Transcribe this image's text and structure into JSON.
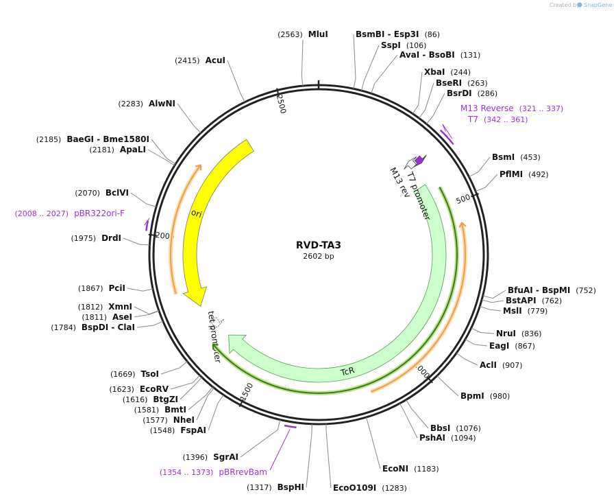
{
  "credit": {
    "prefix": "Created by",
    "brand": "SnapGene"
  },
  "plasmid": {
    "name": "RVD-TA3",
    "length_label": "2602 bp",
    "length": 2602
  },
  "tick_labels": [
    {
      "text": "500",
      "pos": 500
    },
    {
      "text": "1000",
      "pos": 1000
    },
    {
      "text": "1500",
      "pos": 1500
    },
    {
      "text": "2000",
      "pos": 2000
    },
    {
      "text": "2500",
      "pos": 2500
    }
  ],
  "sites": [
    {
      "id": "mlui",
      "name": "MluI",
      "pos": "(2563)",
      "bp": 2563
    },
    {
      "id": "bsmbi",
      "name": "BsmBI  - Esp3I",
      "pos": "(86)",
      "bp": 86
    },
    {
      "id": "sspi",
      "name": "SspI",
      "pos": "(106)",
      "bp": 106
    },
    {
      "id": "avai",
      "name": "AvaI  - BsoBI",
      "pos": "(131)",
      "bp": 131
    },
    {
      "id": "xbai",
      "name": "XbaI",
      "pos": "(244)",
      "bp": 244
    },
    {
      "id": "bseri",
      "name": "BseRI",
      "pos": "(263)",
      "bp": 263
    },
    {
      "id": "bsrdi",
      "name": "BsrDI",
      "pos": "(286)",
      "bp": 286
    },
    {
      "id": "bsmi",
      "name": "BsmI",
      "pos": "(453)",
      "bp": 453
    },
    {
      "id": "pflmi",
      "name": "PflMI",
      "pos": "(492)",
      "bp": 492
    },
    {
      "id": "bfuai",
      "name": "BfuAI  - BspMI",
      "pos": "(752)",
      "bp": 752
    },
    {
      "id": "bstapi",
      "name": "BstAPI",
      "pos": "(762)",
      "bp": 762
    },
    {
      "id": "msli",
      "name": "MslI",
      "pos": "(779)",
      "bp": 779
    },
    {
      "id": "nrui",
      "name": "NruI",
      "pos": "(836)",
      "bp": 836
    },
    {
      "id": "eagi",
      "name": "EagI",
      "pos": "(867)",
      "bp": 867
    },
    {
      "id": "acli",
      "name": "AclI",
      "pos": "(907)",
      "bp": 907
    },
    {
      "id": "bpmi",
      "name": "BpmI",
      "pos": "(980)",
      "bp": 980
    },
    {
      "id": "bbsi",
      "name": "BbsI",
      "pos": "(1076)",
      "bp": 1076
    },
    {
      "id": "pshai",
      "name": "PshAI",
      "pos": "(1094)",
      "bp": 1094
    },
    {
      "id": "econi",
      "name": "EcoNI",
      "pos": "(1183)",
      "bp": 1183
    },
    {
      "id": "ecoo109i",
      "name": "EcoO109I",
      "pos": "(1283)",
      "bp": 1283
    },
    {
      "id": "bsphi",
      "name": "BspHI",
      "pos": "(1317)",
      "bp": 1317
    },
    {
      "id": "sgrai",
      "name": "SgrAI",
      "pos": "(1396)",
      "bp": 1396
    },
    {
      "id": "fspai",
      "name": "FspAI",
      "pos": "(1548)",
      "bp": 1548
    },
    {
      "id": "nhei",
      "name": "NheI",
      "pos": "(1577)",
      "bp": 1577
    },
    {
      "id": "bmti",
      "name": "BmtI",
      "pos": "(1581)",
      "bp": 1581
    },
    {
      "id": "btgzi",
      "name": "BtgZI",
      "pos": "(1616)",
      "bp": 1616
    },
    {
      "id": "ecorv",
      "name": "EcoRV",
      "pos": "(1623)",
      "bp": 1623
    },
    {
      "id": "tsoi",
      "name": "TsoI",
      "pos": "(1669)",
      "bp": 1669
    },
    {
      "id": "bspdi",
      "name": "BspDI  - ClaI",
      "pos": "(1784)",
      "bp": 1784
    },
    {
      "id": "asei",
      "name": "AseI",
      "pos": "(1811)",
      "bp": 1811
    },
    {
      "id": "xmni",
      "name": "XmnI",
      "pos": "(1812)",
      "bp": 1812
    },
    {
      "id": "pcii",
      "name": "PciI",
      "pos": "(1867)",
      "bp": 1867
    },
    {
      "id": "drdi",
      "name": "DrdI",
      "pos": "(1975)",
      "bp": 1975
    },
    {
      "id": "bclvi",
      "name": "BclVI",
      "pos": "(2070)",
      "bp": 2070
    },
    {
      "id": "apali",
      "name": "ApaLI",
      "pos": "(2181)",
      "bp": 2181
    },
    {
      "id": "baegi",
      "name": "BaeGI  - Bme1580I",
      "pos": "(2185)",
      "bp": 2185
    },
    {
      "id": "alwni",
      "name": "AlwNI",
      "pos": "(2283)",
      "bp": 2283
    },
    {
      "id": "acui",
      "name": "AcuI",
      "pos": "(2415)",
      "bp": 2415
    }
  ],
  "primers": [
    {
      "id": "m13rev",
      "name": "M13 Reverse",
      "range": "(321 .. 337)",
      "start": 321,
      "end": 337
    },
    {
      "id": "t7",
      "name": "T7",
      "range": "(342 .. 361)",
      "start": 342,
      "end": 361
    },
    {
      "id": "pbr322ori",
      "name": "pBR322ori-F",
      "range": "(2008 .. 2027)",
      "start": 2008,
      "end": 2027
    },
    {
      "id": "pbrrevbam",
      "name": "pBRrevBam",
      "range": "(1354 .. 1373)",
      "start": 1354,
      "end": 1373
    }
  ],
  "features": [
    {
      "id": "ori",
      "label": "ori",
      "start": 1781,
      "end": 2370,
      "direction": "reverse",
      "color": "#ffff00"
    },
    {
      "id": "tcr",
      "label": "TcR",
      "start": 410,
      "end": 1650,
      "direction": "forward",
      "color": "#ccffcc"
    },
    {
      "id": "t7-promoter",
      "label": "T7 promoter",
      "start": 342,
      "end": 361,
      "direction": "forward",
      "color": "#9b30d9"
    },
    {
      "id": "m13-rev",
      "label": "M13 rev",
      "start": 321,
      "end": 337,
      "direction": "reverse",
      "color": "#ffffff"
    },
    {
      "id": "tet-promoter",
      "label": "tet promoter",
      "start": 1690,
      "end": 1720,
      "direction": "forward",
      "color": "#ffffff"
    }
  ],
  "orfs": [
    {
      "id": "orf-green",
      "start": 440,
      "end": 1660,
      "direction": "forward",
      "color": "#3a7a10"
    },
    {
      "id": "orf-orange-right",
      "start": 560,
      "end": 1150,
      "direction": "reverse",
      "color": "#e8a050"
    },
    {
      "id": "orf-orange-left",
      "start": 1840,
      "end": 2220,
      "direction": "forward",
      "color": "#e8a050"
    }
  ]
}
